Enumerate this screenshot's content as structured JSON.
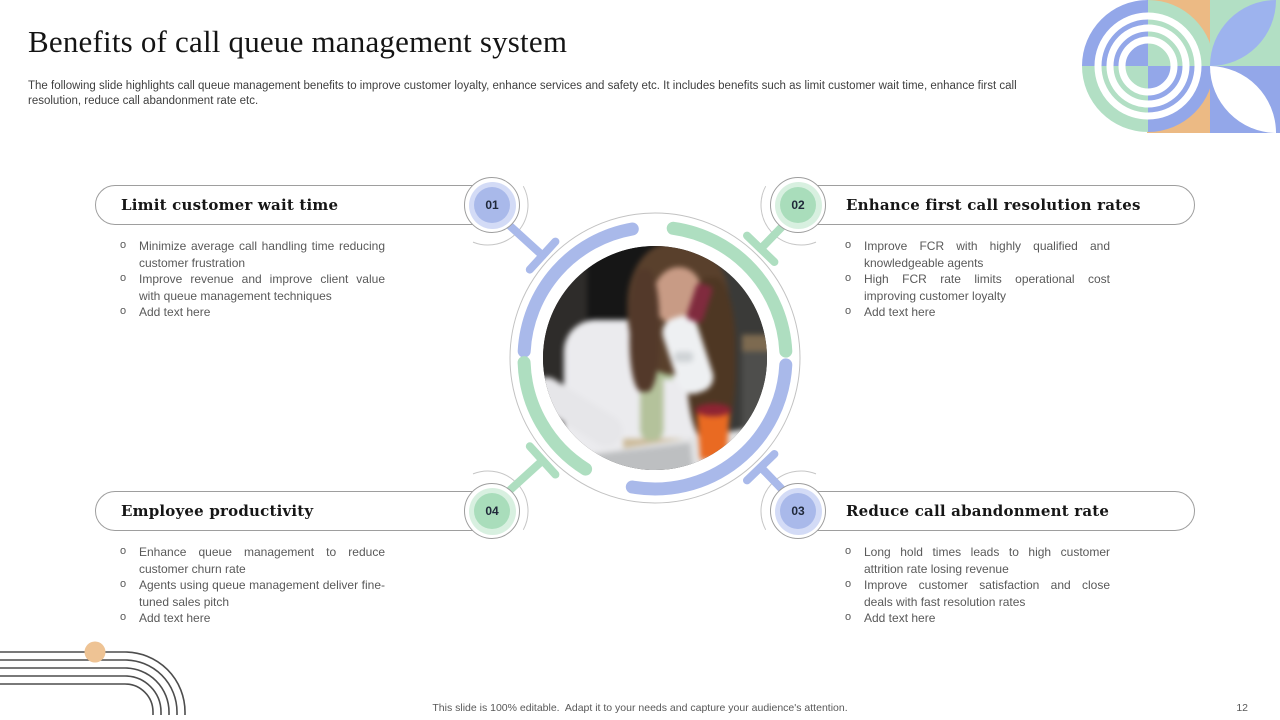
{
  "slide": {
    "title": "Benefits of call queue management system",
    "subtitle": "The following slide highlights call queue management benefits to improve customer loyalty, enhance services and safety etc. It includes benefits such as limit customer wait time, enhance first call resolution, reduce call abandonment rate etc.",
    "footer_note": "This slide is 100% editable.  Adapt it to your needs and capture your audience's attention.",
    "page_number": "12"
  },
  "benefits": [
    {
      "number": "01",
      "title": "Limit customer wait time",
      "accent": "blue",
      "bullets": [
        "Minimize average  call handling time reducing customer frustration",
        "Improve  revenue  and improve  client value with queue  management  techniques",
        "Add text here"
      ]
    },
    {
      "number": "02",
      "title": "Enhance first call resolution rates",
      "accent": "green",
      "bullets": [
        "Improve  FCR with highly qualified  and knowledgeable  agents",
        "High FCR  rate limits operational  cost improving  customer loyalty",
        "Add text here"
      ]
    },
    {
      "number": "03",
      "title": "Reduce call abandonment rate",
      "accent": "blue",
      "bullets": [
        "Long hold  times leads to high  customer attrition rate  losing revenue",
        "Improve  customer satisfaction  and close deals with fast resolution  rates",
        "Add text here"
      ]
    },
    {
      "number": "04",
      "title": "Employee productivity",
      "accent": "green",
      "bullets": [
        "Enhance  queue  management  to reduce customer churn  rate",
        "Agents using queue  management  deliver fine-tuned  sales pitch",
        "Add text here"
      ]
    }
  ],
  "center_image": {
    "description": "Blurred photo of a woman talking on a mobile phone at an office desk with a laptop and an orange cup"
  },
  "colors": {
    "accent_blue": "#a9b9ea",
    "accent_blue_light": "#d3dbf6",
    "accent_green": "#a9ddbb",
    "accent_green_light": "#d8f0e0",
    "pattern_blue": "#93a7e9",
    "pattern_green": "#b2dfc4",
    "pattern_orange": "#ecba84",
    "bullet_text": "#595959"
  }
}
